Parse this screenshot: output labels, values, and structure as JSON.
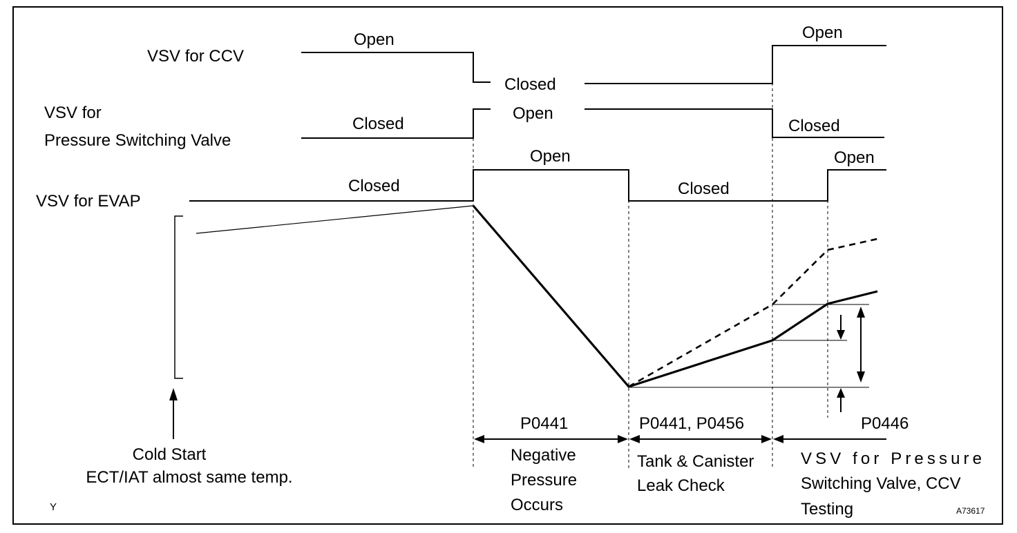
{
  "labels": {
    "vsv_ccv": "VSV for CCV",
    "vsv_psv_line1": "VSV for",
    "vsv_psv_line2": "Pressure Switching Valve",
    "vsv_evap": "VSV for EVAP"
  },
  "states": {
    "ccv_open_1": "Open",
    "ccv_closed": "Closed",
    "ccv_open_2": "Open",
    "psv_closed_1": "Closed",
    "psv_open": "Open",
    "psv_closed_2": "Closed",
    "evap_closed_1": "Closed",
    "evap_open_1": "Open",
    "evap_closed_2": "Closed",
    "evap_open_2": "Open"
  },
  "codes": {
    "phase1": "P0441",
    "phase2": "P0441, P0456",
    "phase3": "P0446"
  },
  "phases": {
    "phase1_line1": "Negative",
    "phase1_line2": "Pressure",
    "phase1_line3": "Occurs",
    "phase2_line1": "Tank & Canister",
    "phase2_line2": "Leak Check",
    "phase3_line1": "VSV  for  Pressure",
    "phase3_line2": "Switching Valve, CCV",
    "phase3_line3": "Testing"
  },
  "cold_start": {
    "line1": "Cold Start",
    "line2": "ECT/IAT almost same temp."
  },
  "corner_mark": "Y",
  "figure_id": "A73617"
}
